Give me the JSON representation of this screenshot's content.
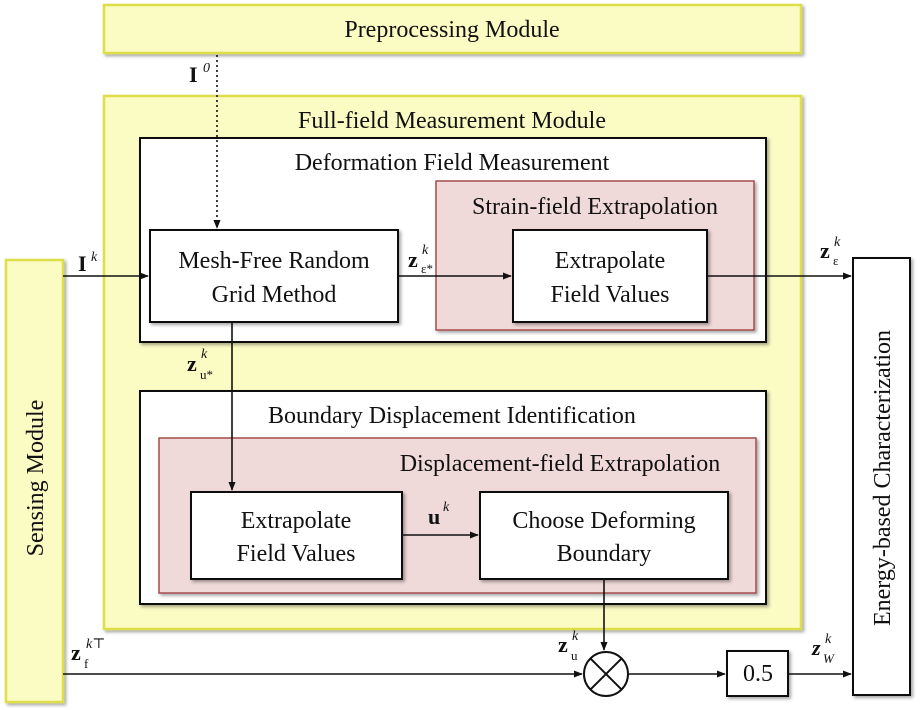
{
  "modules": {
    "preprocessing": "Preprocessing Module",
    "full_field": "Full-field Measurement Module",
    "sensing": "Sensing Module",
    "energy": "Energy-based Characterization"
  },
  "deformation": {
    "title": "Deformation Field Measurement",
    "mesh_line1": "Mesh-Free Random",
    "mesh_line2": "Grid Method",
    "strain_title": "Strain-field Extrapolation",
    "strain_extrap_line1": "Extrapolate",
    "strain_extrap_line2": "Field Values"
  },
  "boundary": {
    "title": "Boundary Displacement Identification",
    "disp_title": "Displacement-field Extrapolation",
    "disp_extrap_line1": "Extrapolate",
    "disp_extrap_line2": "Field Values",
    "choose_line1": "Choose Deforming",
    "choose_line2": "Boundary"
  },
  "gain": "0.5",
  "signals": {
    "I0": {
      "base": "I",
      "sup": "0"
    },
    "Ik": {
      "base": "I",
      "sup": "k"
    },
    "z_eps_star": {
      "base": "z",
      "sup": "k",
      "sub": "ε*"
    },
    "z_eps": {
      "base": "z",
      "sup": "k",
      "sub": "ε"
    },
    "z_u_star": {
      "base": "z",
      "sup": "k",
      "sub": "u*"
    },
    "uk": {
      "base": "u",
      "sup": "k"
    },
    "z_f": {
      "base": "z",
      "sup": "k⊤",
      "sub": "f"
    },
    "z_u": {
      "base": "z",
      "sup": "k",
      "sub": "u"
    },
    "z_W": {
      "base": "z",
      "sup": "k",
      "sub": "W"
    }
  },
  "colors": {
    "module_fill": "#fbfbc4",
    "module_border": "#dede4a",
    "extrap_fill": "#f0d9d9",
    "extrap_border": "#a34d4d",
    "line": "#111111"
  }
}
